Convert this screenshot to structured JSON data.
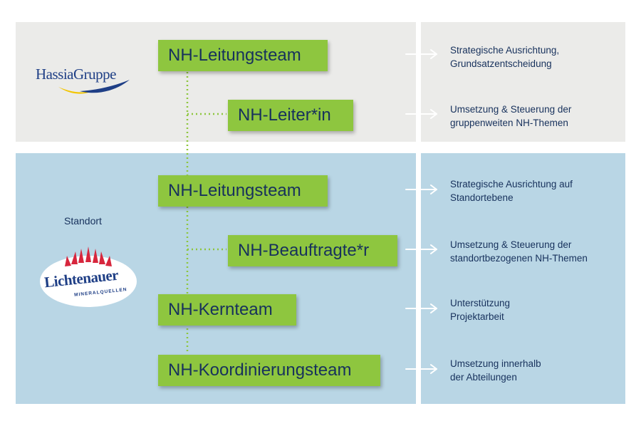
{
  "header": {
    "hassia_logo_text": "HassiaGruppe",
    "standort_label": "Standort",
    "lichtenauer_logo_text": "Lichtenauer",
    "lichtenauer_logo_sub": "MINERALQUELLEN"
  },
  "group_level": [
    {
      "box": "NH-Leitungsteam",
      "desc": [
        "Strategische Ausrichtung,",
        "Grundsatzentscheidung"
      ]
    },
    {
      "box": "NH-Leiter*in",
      "desc": [
        "Umsetzung & Steuerung der",
        "gruppenweiten NH-Themen"
      ]
    }
  ],
  "site_level": [
    {
      "box": "NH-Leitungsteam",
      "desc": [
        "Strategische Ausrichtung auf",
        "Standortebene"
      ]
    },
    {
      "box": "NH-Beauftragte*r",
      "desc": [
        "Umsetzung & Steuerung der",
        "standortbezogenen NH-Themen"
      ]
    },
    {
      "box": "NH-Kernteam",
      "desc": [
        "Unterstützung",
        "Projektarbeit"
      ]
    },
    {
      "box": "NH-Koordinierungsteam",
      "desc": [
        "Umsetzung innerhalb",
        "der Abteilungen"
      ]
    }
  ],
  "colors": {
    "box_green": "#8ec63f",
    "text_navy": "#17315c",
    "gray_band": "#ebebe9",
    "blue_band": "#b9d6e5",
    "connector": "#8ec63f",
    "arrow": "#ffffff"
  }
}
